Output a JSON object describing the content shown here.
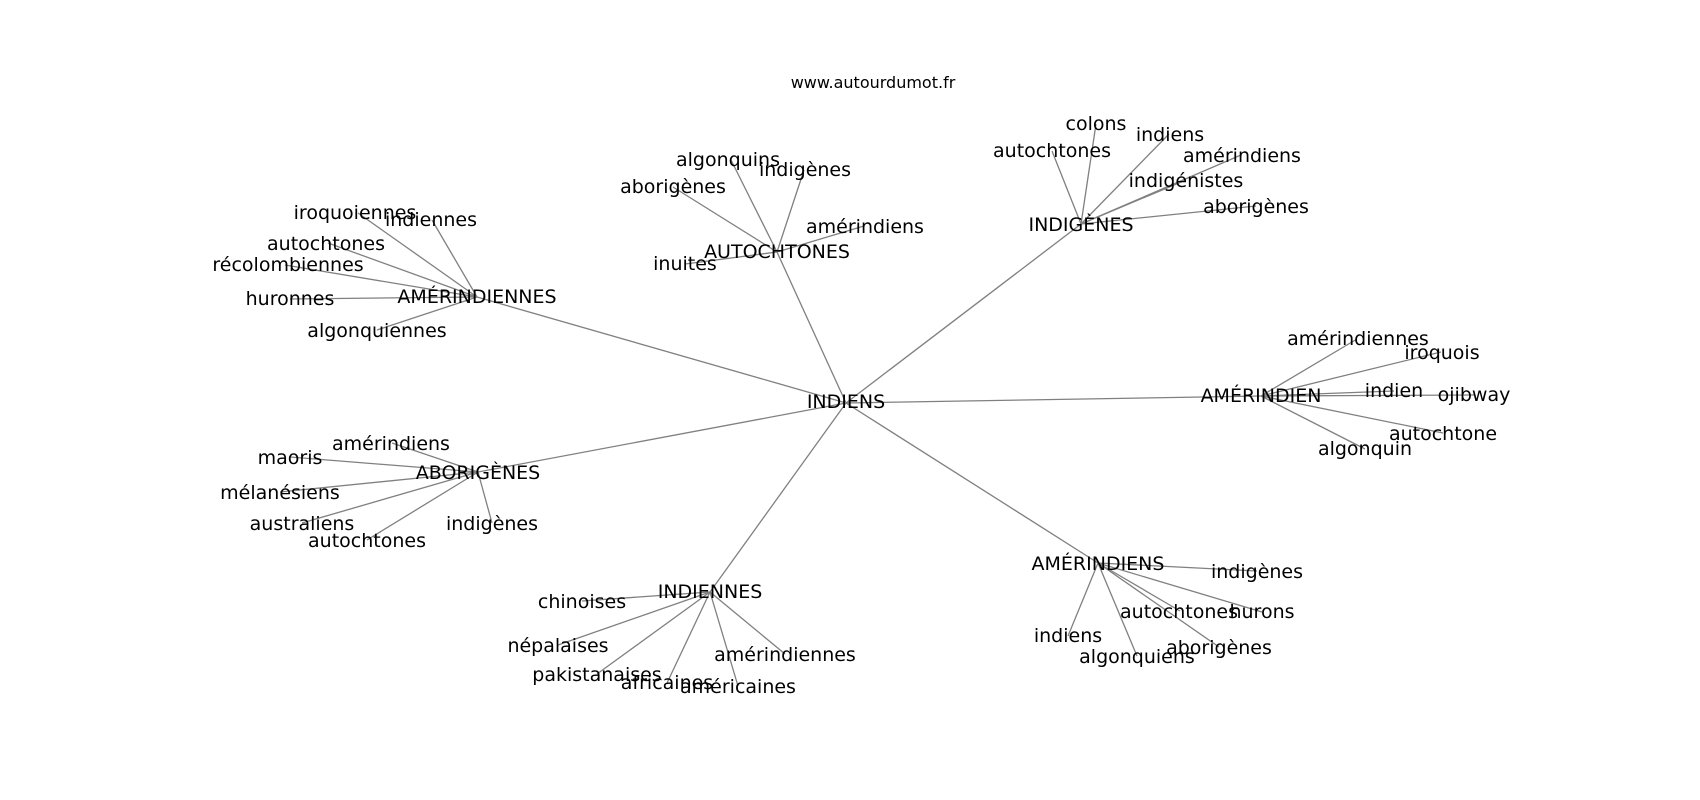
{
  "site_label": "www.autourdumot.fr",
  "root": {
    "label": "INDIENS"
  },
  "hubs": [
    {
      "id": "amerindiennes",
      "label": "AMÉRINDIENNES",
      "leaves": [
        "iroquoiennes",
        "indiennes",
        "autochtones",
        "précolombiennes",
        "huronnes",
        "algonquiennes"
      ]
    },
    {
      "id": "autochtones",
      "label": "AUTOCHTONES",
      "leaves": [
        "algonquins",
        "indigènes",
        "aborigènes",
        "amérindiens",
        "inuites"
      ]
    },
    {
      "id": "indigenes",
      "label": "INDIGÈNES",
      "leaves": [
        "colons",
        "indiens",
        "autochtones",
        "amérindiens",
        "indigénistes",
        "aborigènes"
      ]
    },
    {
      "id": "amerindien",
      "label": "AMÉRINDIEN",
      "leaves": [
        "amérindiennes",
        "iroquois",
        "indien",
        "ojibway",
        "autochtone",
        "algonquin"
      ]
    },
    {
      "id": "aborigenes",
      "label": "ABORIGÈNES",
      "leaves": [
        "amérindiens",
        "maoris",
        "mélanésiens",
        "australiens",
        "autochtones",
        "indigènes"
      ]
    },
    {
      "id": "indiennes",
      "label": "INDIENNES",
      "leaves": [
        "chinoises",
        "népalaises",
        "pakistanaises",
        "africaines",
        "américaines",
        "amérindiennes"
      ]
    },
    {
      "id": "amerindiens",
      "label": "AMÉRINDIENS",
      "leaves": [
        "indigènes",
        "hurons",
        "autochtones",
        "aborigènes",
        "algonquiens",
        "indiens"
      ]
    }
  ]
}
